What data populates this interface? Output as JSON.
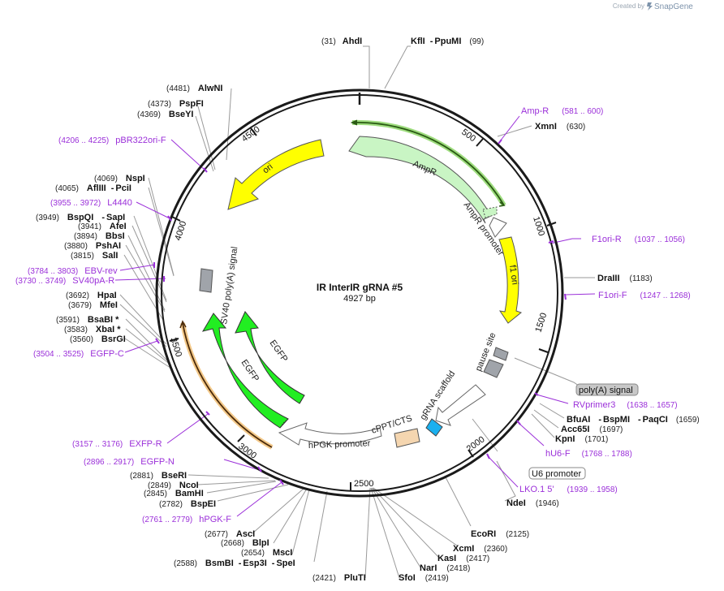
{
  "credit": {
    "prefix": "Created by",
    "brand": "SnapGene"
  },
  "plasmid": {
    "name": "IR InterIR gRNA #5",
    "size": "4927 bp"
  },
  "ticks": [
    "500",
    "1000",
    "1500",
    "2000",
    "2500",
    "3000",
    "3500",
    "4000",
    "4500"
  ],
  "features": {
    "AmpR": "AmpR",
    "AmpR_promoter": "AmpR promoter",
    "f1_ori": "f1 ori",
    "pause_site": "pause site",
    "polyA_signal": "poly(A) signal",
    "gRNA_scaffold": "gRNA scaffold",
    "U6_promoter": "U6 promoter",
    "cPPT_CTS": "cPPT/CTS",
    "hPGK_promoter": "hPGK promoter",
    "EGFP_outer": "EGFP",
    "EGFP_inner": "EGFP",
    "SV40_polyA": "SV40 poly(A) signal",
    "ori": "ori"
  },
  "enzymes": [
    {
      "id": "e1",
      "num": "(31)",
      "name": "AhdI"
    },
    {
      "id": "e2",
      "name": "KflI",
      "sep": "-",
      "name2": "PpuMI",
      "num": "(99)"
    },
    {
      "id": "e3",
      "name": "XmnI",
      "num": "(630)"
    },
    {
      "id": "e4",
      "name": "DraIII",
      "num": "(1183)"
    },
    {
      "id": "e5",
      "name": "BfuAI",
      "sep": "-",
      "name2": "BspMI",
      "sep2": "-",
      "name3": "PaqCI",
      "num": "(1659)"
    },
    {
      "id": "e6",
      "name": "Acc65I",
      "num": "(1697)"
    },
    {
      "id": "e7",
      "name": "KpnI",
      "num": "(1701)"
    },
    {
      "id": "e8",
      "name": "NdeI",
      "num": "(1946)"
    },
    {
      "id": "e9",
      "name": "EcoRI",
      "num": "(2125)"
    },
    {
      "id": "e10",
      "name": "XcmI",
      "num": "(2360)"
    },
    {
      "id": "e11",
      "name": "KasI",
      "num": "(2417)"
    },
    {
      "id": "e12",
      "name": "NarI",
      "num": "(2418)"
    },
    {
      "id": "e13",
      "name": "SfoI",
      "num": "(2419)"
    },
    {
      "id": "e14",
      "num": "(2421)",
      "name": "PluTI"
    },
    {
      "id": "e15",
      "num": "(2588)",
      "name": "BsmBI",
      "sep": "-",
      "name2": "Esp3I",
      "sep2": "-",
      "name3": "SpeI"
    },
    {
      "id": "e16",
      "num": "(2654)",
      "name": "MscI"
    },
    {
      "id": "e17",
      "num": "(2668)",
      "name": "BlpI"
    },
    {
      "id": "e18",
      "num": "(2677)",
      "name": "AscI"
    },
    {
      "id": "e19",
      "num": "(2782)",
      "name": "BspEI"
    },
    {
      "id": "e20",
      "num": "(2845)",
      "name": "BamHI"
    },
    {
      "id": "e21",
      "num": "(2849)",
      "name": "NcoI"
    },
    {
      "id": "e22",
      "num": "(2881)",
      "name": "BseRI"
    },
    {
      "id": "e23",
      "num": "(3560)",
      "name": "BsrGI"
    },
    {
      "id": "e24",
      "num": "(3583)",
      "name": "XbaI *"
    },
    {
      "id": "e25",
      "num": "(3591)",
      "name": "BsaBI *"
    },
    {
      "id": "e26",
      "num": "(3679)",
      "name": "MfeI"
    },
    {
      "id": "e27",
      "num": "(3692)",
      "name": "HpaI"
    },
    {
      "id": "e28",
      "num": "(3815)",
      "name": "SalI"
    },
    {
      "id": "e29",
      "num": "(3880)",
      "name": "PshAI"
    },
    {
      "id": "e30",
      "num": "(3894)",
      "name": "BbsI"
    },
    {
      "id": "e31",
      "num": "(3941)",
      "name": "AfeI"
    },
    {
      "id": "e32",
      "num": "(3949)",
      "name": "BspQI",
      "sep": "-",
      "name2": "SapI"
    },
    {
      "id": "e33",
      "num": "(4065)",
      "name": "AflIII",
      "sep": "-",
      "name2": "PciI"
    },
    {
      "id": "e34",
      "num": "(4069)",
      "name": "NspI"
    },
    {
      "id": "e35",
      "num": "(4369)",
      "name": "BseYI"
    },
    {
      "id": "e36",
      "num": "(4373)",
      "name": "PspFI"
    },
    {
      "id": "e37",
      "num": "(4481)",
      "name": "AlwNI"
    }
  ],
  "primers": [
    {
      "id": "p1",
      "name": "Amp-R",
      "range": "(581 .. 600)"
    },
    {
      "id": "p2",
      "name": "F1ori-R",
      "range": "(1037 .. 1056)"
    },
    {
      "id": "p3",
      "name": "F1ori-F",
      "range": "(1247 .. 1268)"
    },
    {
      "id": "p4",
      "name": "RVprimer3",
      "range": "(1638 .. 1657)"
    },
    {
      "id": "p5",
      "name": "hU6-F",
      "range": "(1768 .. 1788)"
    },
    {
      "id": "p6",
      "name": "LKO.1 5'",
      "range": "(1939 .. 1958)"
    },
    {
      "id": "p7",
      "range": "(2761 .. 2779)",
      "name": "hPGK-F"
    },
    {
      "id": "p8",
      "range": "(2896 .. 2917)",
      "name": "EGFP-N"
    },
    {
      "id": "p9",
      "range": "(3157 .. 3176)",
      "name": "EXFP-R"
    },
    {
      "id": "p10",
      "range": "(3504 .. 3525)",
      "name": "EGFP-C"
    },
    {
      "id": "p11",
      "range": "(3730 .. 3749)",
      "name": "SV40pA-R"
    },
    {
      "id": "p12",
      "range": "(3784 .. 3803)",
      "name": "EBV-rev"
    },
    {
      "id": "p13",
      "range": "(3955 .. 3972)",
      "name": "L4440"
    },
    {
      "id": "p14",
      "range": "(4206 .. 4225)",
      "name": "pBR322ori-F"
    }
  ],
  "colors": {
    "backbone": "#1a1a1a",
    "enzyme_line": "#999999",
    "primer": "#9b30d9",
    "ampR": "#c9f5c4",
    "f1ori": "#ffff00",
    "egfp": "#22ee22",
    "grey_feature": "#a0a4aa",
    "cppt": "#f5d6b0",
    "gRNA": "#1ab0ef",
    "polyA_box": "#c8c8c8",
    "highlight_green": "#9edc7e",
    "highlight_orange": "#f3c98a"
  }
}
